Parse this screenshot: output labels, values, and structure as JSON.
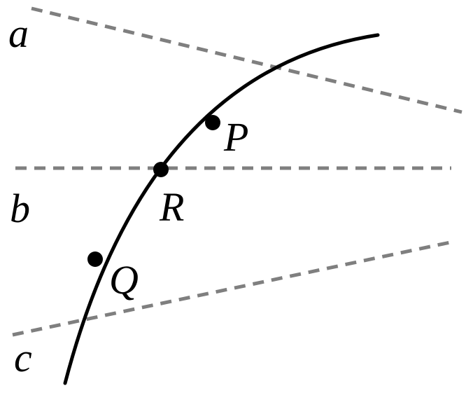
{
  "diagram": {
    "lines": [
      {
        "id": "a",
        "label": "a"
      },
      {
        "id": "b",
        "label": "b"
      },
      {
        "id": "c",
        "label": "c"
      }
    ],
    "points": [
      {
        "id": "P",
        "label": "P"
      },
      {
        "id": "R",
        "label": "R"
      },
      {
        "id": "Q",
        "label": "Q"
      }
    ],
    "colors": {
      "dashed_line": "#7f7f7f",
      "curve": "#000000",
      "points": "#000000",
      "labels": "#000000"
    }
  }
}
